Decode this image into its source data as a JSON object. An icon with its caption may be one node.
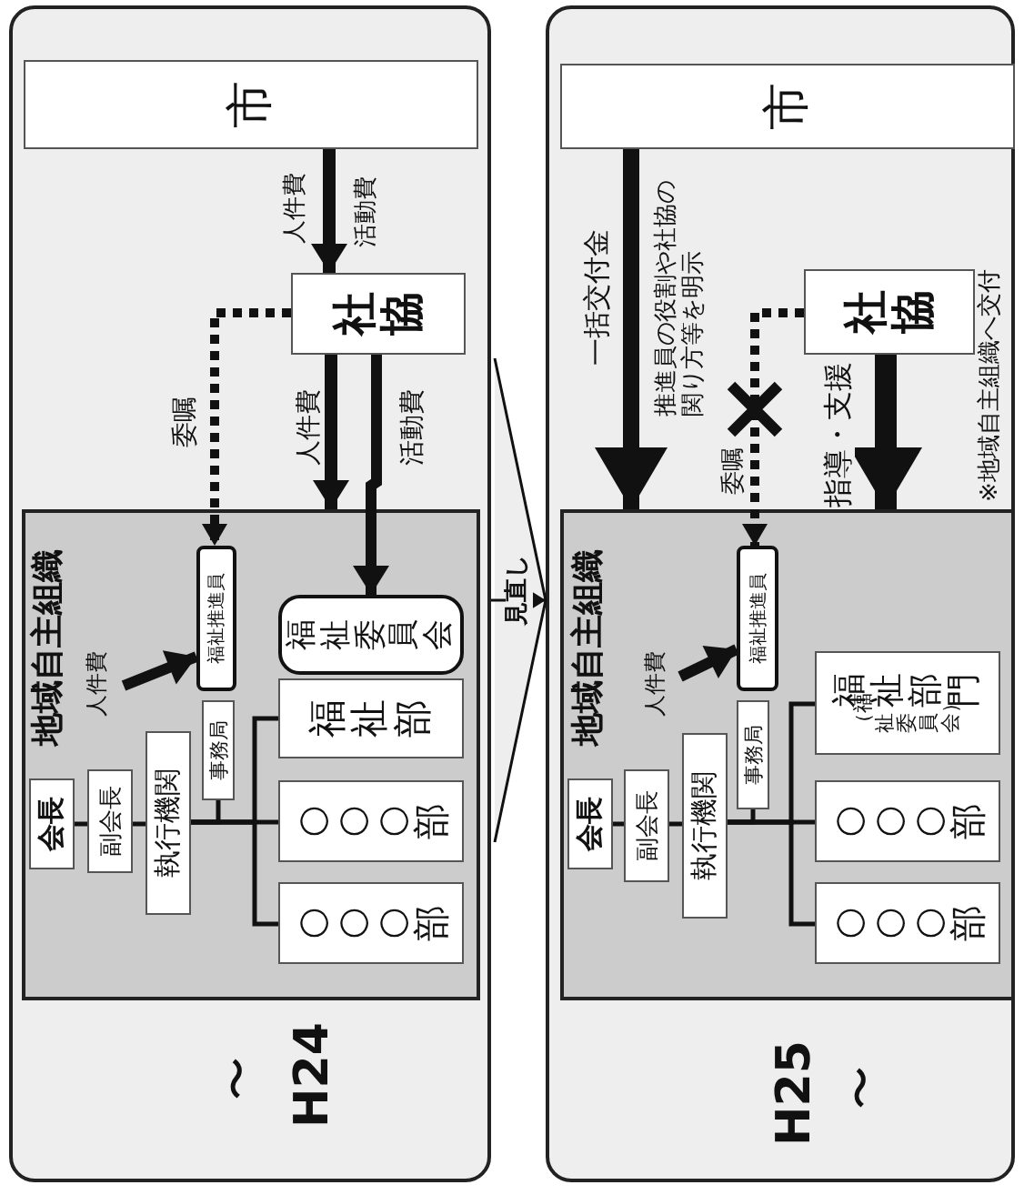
{
  "diagram": {
    "nodes": [
      {
        "text": [
          "〜",
          "H24"
        ]
      },
      {
        "text": [
          "市"
        ],
        "in": 0
      },
      {
        "text": [
          "社協"
        ],
        "in": 0
      },
      {
        "text": [
          "地域自主組織"
        ],
        "in": 0
      },
      {
        "text": [
          "福祉推進員"
        ],
        "in": 3
      },
      {
        "text": [
          "福祉委員会"
        ],
        "in": 3
      },
      {
        "text": [
          "福祉部"
        ],
        "in": 3
      },
      {
        "text": [
          "○○○部"
        ],
        "in": 3
      },
      {
        "text": [
          "○○○部"
        ],
        "in": 3
      },
      {
        "text": [
          "会長"
        ],
        "in": 3
      },
      {
        "text": [
          "副会長"
        ],
        "in": 3
      },
      {
        "text": [
          "執行機関"
        ],
        "in": 3
      },
      {
        "text": [
          "事務局"
        ],
        "in": 3
      },
      {
        "text": [
          "H25",
          "〜"
        ]
      },
      {
        "text": [
          "市"
        ],
        "in": 13
      },
      {
        "text": [
          "社協"
        ],
        "in": 13
      },
      {
        "text": [
          "地域自主組織"
        ],
        "in": 13
      },
      {
        "text": [
          "福祉推進員"
        ],
        "in": 16
      },
      {
        "text": [
          "福祉部門",
          "（福祉委員会）"
        ],
        "in": 16
      },
      {
        "text": [
          "○○○部"
        ],
        "in": 16
      },
      {
        "text": [
          "○○○部"
        ],
        "in": 16
      },
      {
        "text": [
          "会長"
        ],
        "in": 16
      },
      {
        "text": [
          "副会長"
        ],
        "in": 16
      },
      {
        "text": [
          "執行機関"
        ],
        "in": 16
      },
      {
        "text": [
          "事務局"
        ],
        "in": 16
      }
    ],
    "edges": [
      {
        "from": 1,
        "to": 2,
        "arrow": "to",
        "label": "人件費",
        "style": "thick"
      },
      {
        "from": 2,
        "to": 3,
        "arrow": "to",
        "label": "人件費",
        "style": "thick"
      },
      {
        "from": 2,
        "to": 5,
        "arrow": "to",
        "label": "活動費",
        "style": "thick"
      },
      {
        "from": 2,
        "to": 4,
        "arrow": "to",
        "label": "委嘱",
        "style": "dashed"
      },
      {
        "from": null,
        "to": 4,
        "arrow": "to",
        "label": "人件費",
        "style": "thick"
      },
      {
        "from": 9,
        "to": 10,
        "arrow": "none"
      },
      {
        "from": 10,
        "to": 11,
        "arrow": "none"
      },
      {
        "from": 12,
        "to": 11,
        "arrow": "none"
      },
      {
        "from": 11,
        "to": 6,
        "arrow": "none"
      },
      {
        "from": 11,
        "to": 7,
        "arrow": "none"
      },
      {
        "from": 11,
        "to": 8,
        "arrow": "none"
      },
      {
        "from": 0,
        "to": 13,
        "arrow": "to",
        "label": "見直し"
      },
      {
        "from": 14,
        "to": 16,
        "arrow": "to",
        "label": "一括交付金",
        "style": "thick"
      },
      {
        "from": 15,
        "to": 16,
        "arrow": "to",
        "label": "指導・支援",
        "style": "thick"
      },
      {
        "from": 15,
        "to": 17,
        "arrow": "to",
        "label": "委嘱",
        "style": "dashed"
      },
      {
        "from": null,
        "to": 17,
        "arrow": "to",
        "label": "人件費",
        "style": "thick"
      },
      {
        "from": 21,
        "to": 22,
        "arrow": "none"
      },
      {
        "from": 22,
        "to": 23,
        "arrow": "none"
      },
      {
        "from": 24,
        "to": 23,
        "arrow": "none"
      },
      {
        "from": 23,
        "to": 18,
        "arrow": "none"
      },
      {
        "from": 23,
        "to": 19,
        "arrow": "none"
      },
      {
        "from": 23,
        "to": 20,
        "arrow": "none"
      }
    ],
    "labels": [
      "活動費",
      "推進員の役割や社協の関り方等を明示",
      "※地域自主組織へ交付"
    ]
  }
}
